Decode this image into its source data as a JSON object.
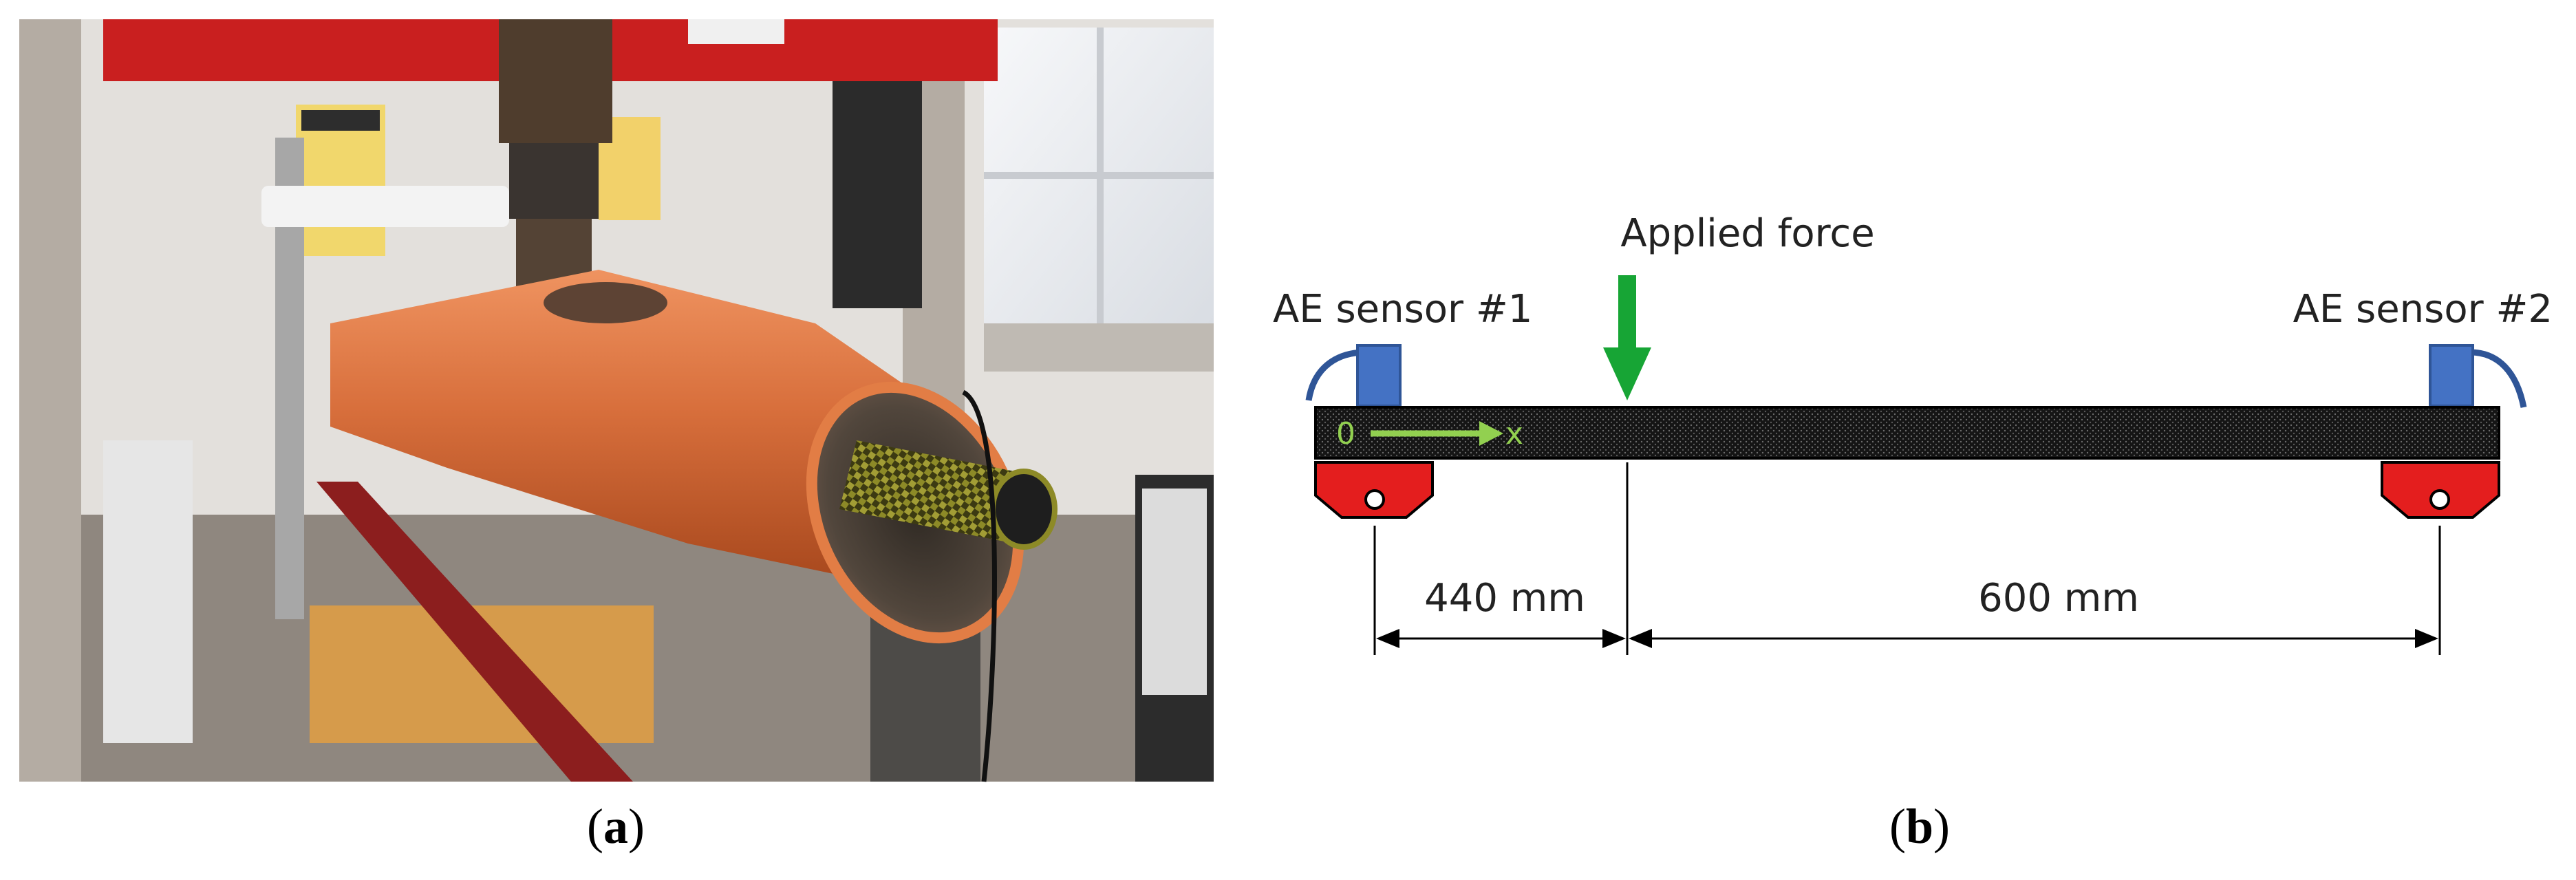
{
  "panel_a": {
    "label_open": "(",
    "label_letter": "a",
    "label_close": ")"
  },
  "panel_b": {
    "label_open": "(",
    "label_letter": "b",
    "label_close": ")",
    "applied_force": "Applied force",
    "sensor_1": "AE sensor #1",
    "sensor_2": "AE sensor #2",
    "axis_origin": "0",
    "axis_x": "x",
    "dimension_left": "440 mm",
    "dimension_right": "600 mm"
  },
  "colors": {
    "pipe_orange": "#d86f3c",
    "support_red": "#e41e1e",
    "sensor_blue": "#4472c4",
    "cable_blue": "#2f5597",
    "force_green": "#17a535",
    "axis_green": "#92d050",
    "beam_dark": "#1b1b1b"
  }
}
